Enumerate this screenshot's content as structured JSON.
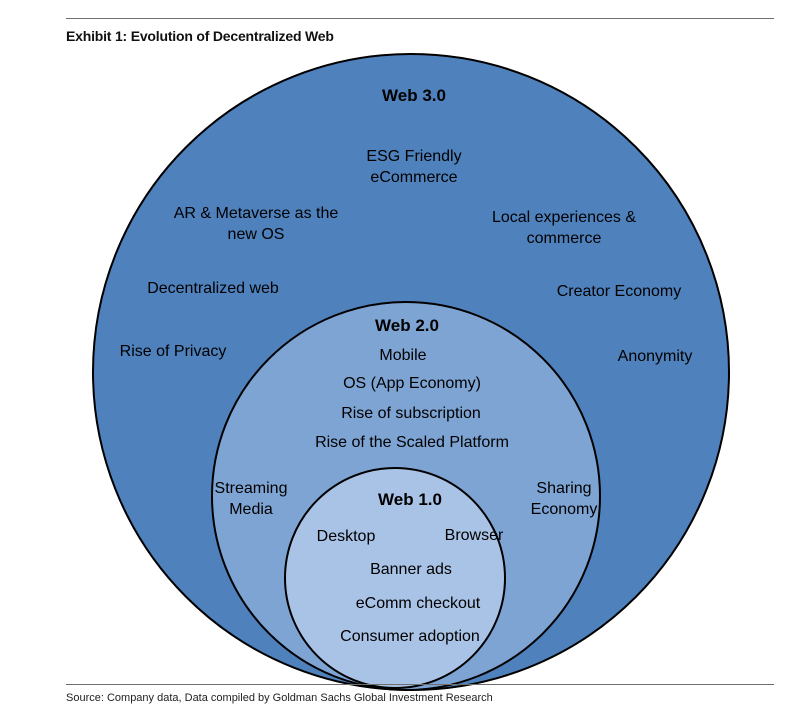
{
  "exhibit_title": "Exhibit 1: Evolution of Decentralized Web",
  "source": "Source: Company data, Data compiled by Goldman Sachs Global Investment Research",
  "colors": {
    "web3_fill": "#4f81bd",
    "web2_fill": "#7ea4d4",
    "web1_fill": "#a9c3e6",
    "outline": "#000000"
  },
  "web3": {
    "title": "Web 3.0",
    "items": {
      "esg_1": "ESG Friendly",
      "esg_2": "eCommerce",
      "ar_1": "AR & Metaverse as the",
      "ar_2": "new OS",
      "local_1": "Local experiences &",
      "local_2": "commerce",
      "decentralized": "Decentralized web",
      "creator": "Creator Economy",
      "privacy": "Rise of Privacy",
      "anonymity": "Anonymity"
    }
  },
  "web2": {
    "title": "Web 2.0",
    "items": {
      "mobile": "Mobile",
      "os": "OS (App Economy)",
      "subscription": "Rise of subscription",
      "platform": "Rise of the Scaled Platform",
      "streaming_1": "Streaming",
      "streaming_2": "Media",
      "sharing_1": "Sharing",
      "sharing_2": "Economy"
    }
  },
  "web1": {
    "title": "Web 1.0",
    "items": {
      "desktop": "Desktop",
      "browser": "Browser",
      "banner": "Banner ads",
      "ecomm": "eComm checkout",
      "consumer": "Consumer adoption"
    }
  }
}
